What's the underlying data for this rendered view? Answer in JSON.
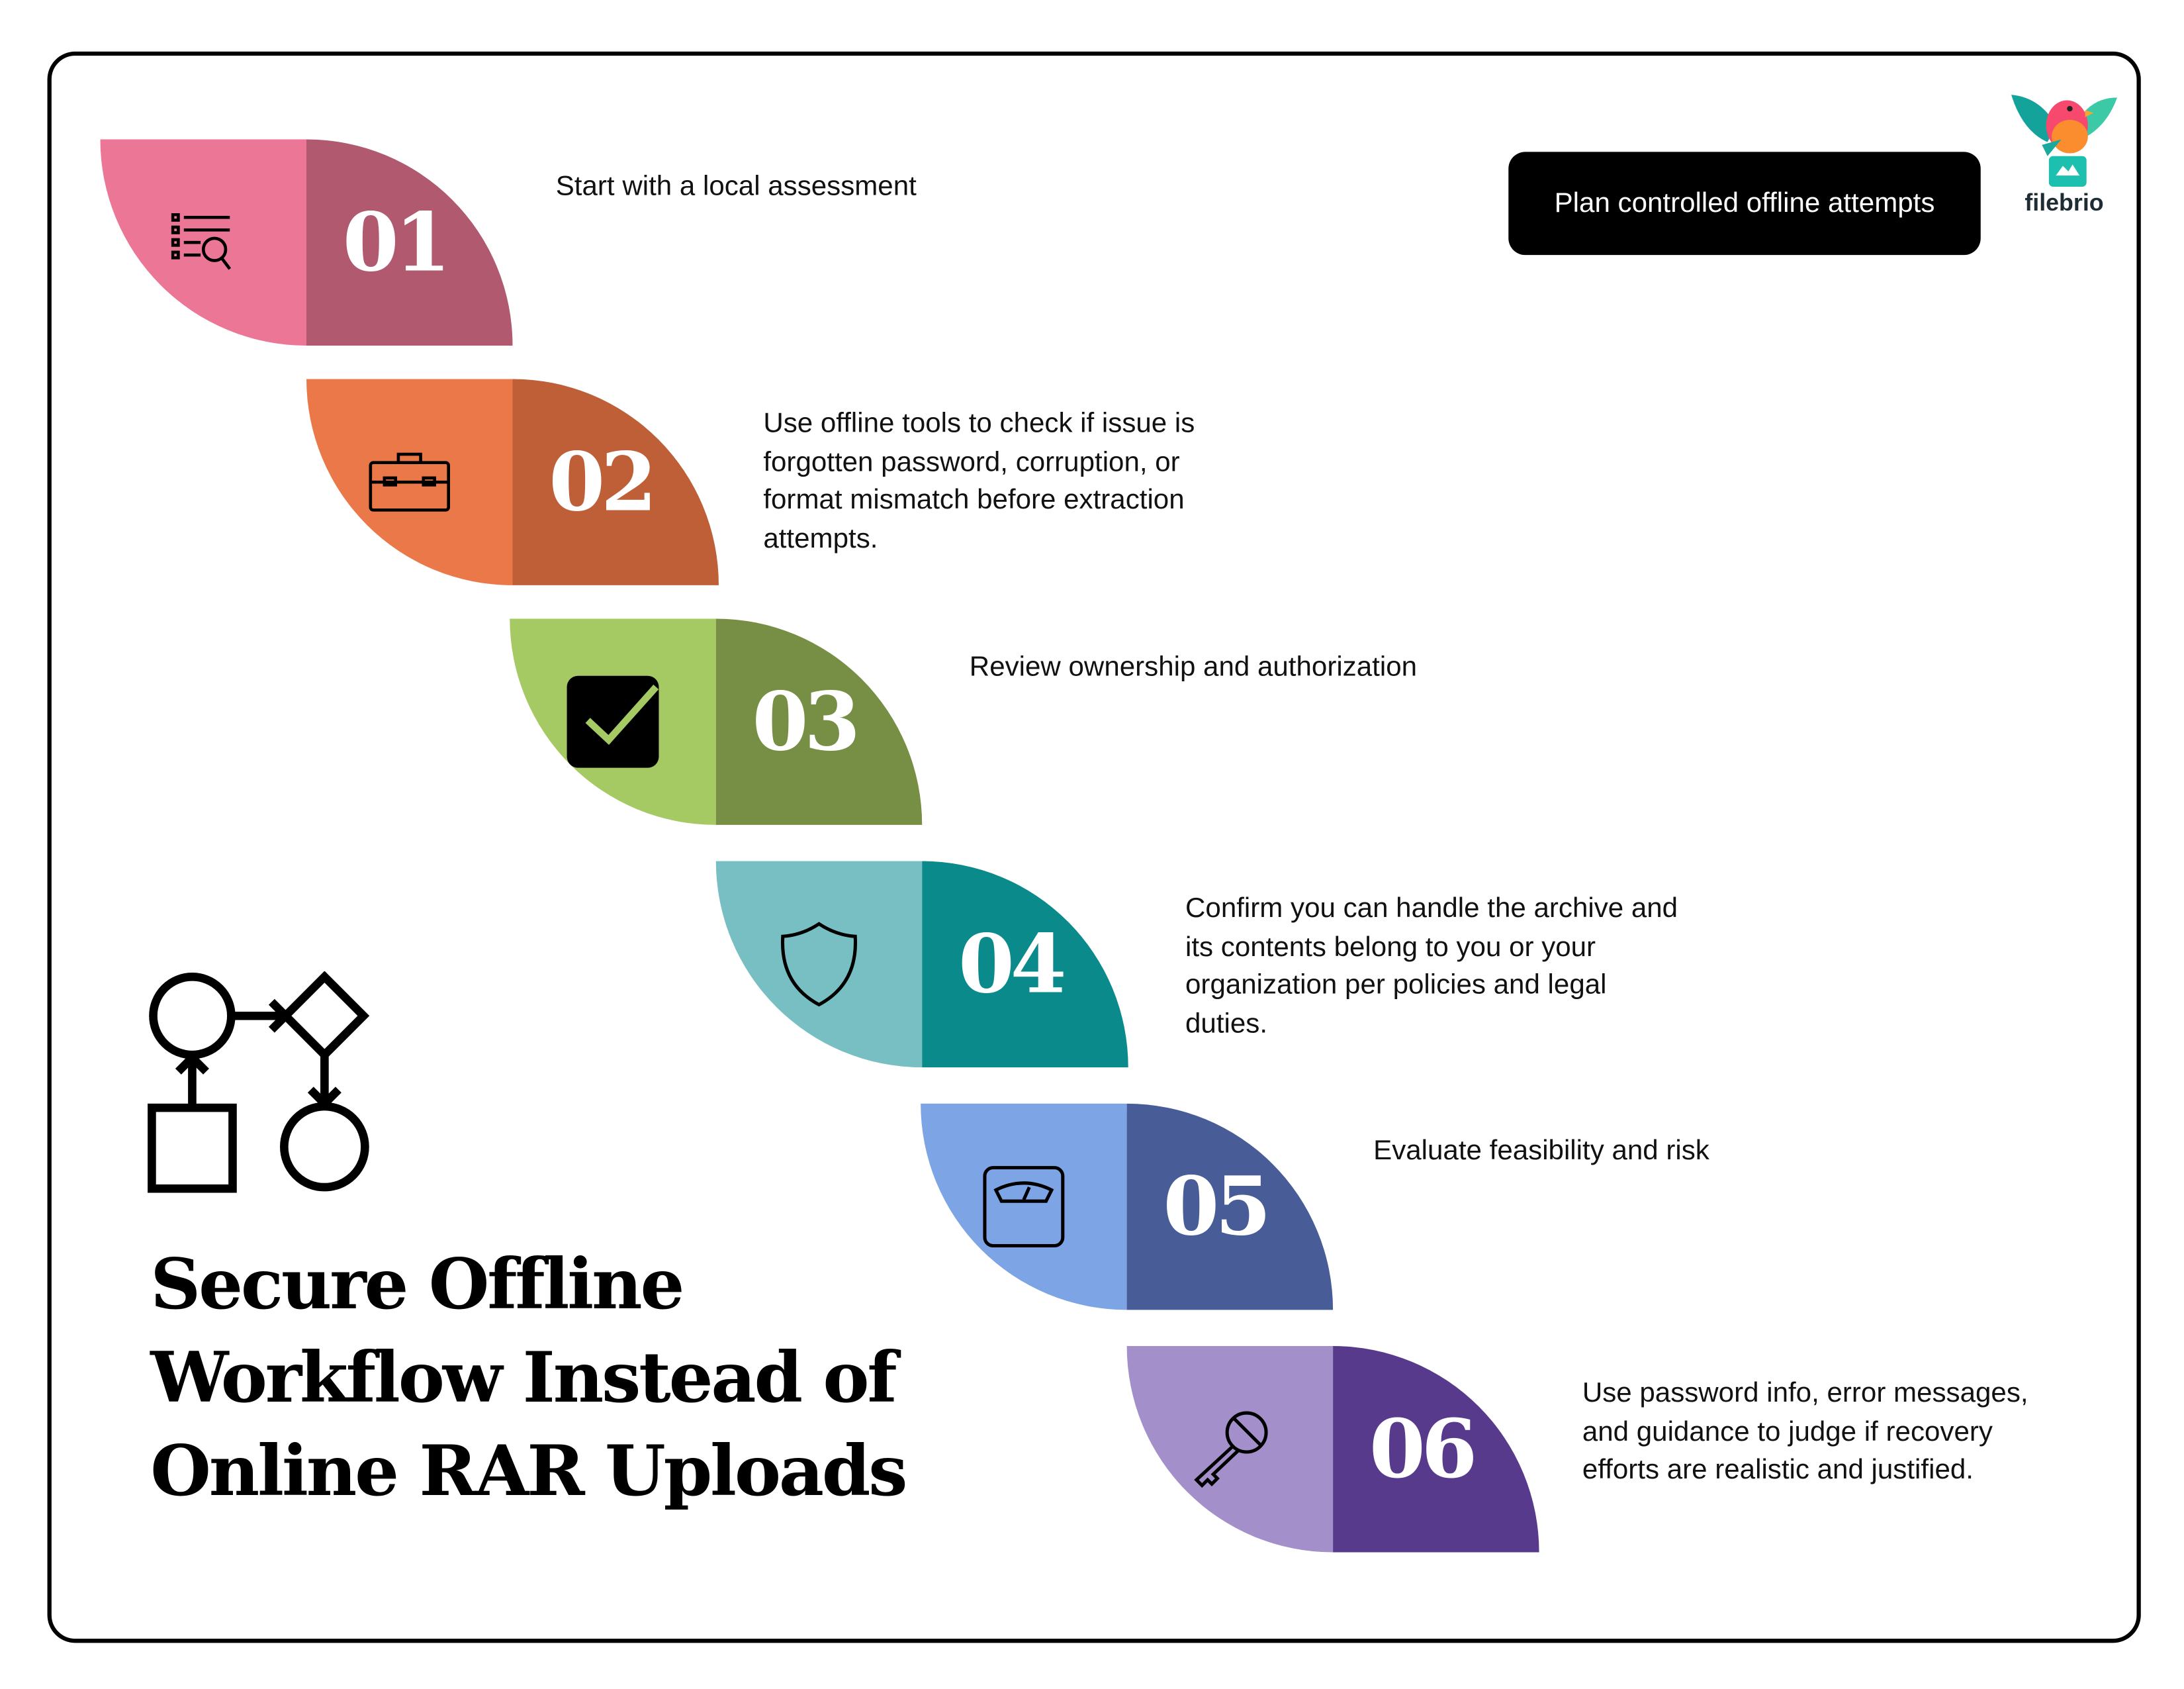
{
  "brand": {
    "name": "filebrio"
  },
  "header": {
    "button_label": "Plan controlled offline attempts"
  },
  "title": {
    "line1": "Secure Offline",
    "line2": "Workflow Instead of",
    "line3": "Online RAR Uploads"
  },
  "steps": [
    {
      "number": "01",
      "icon": "list-search-icon",
      "text": "Start with a local assessment",
      "colors": [
        "#EB7695",
        "#B0596F"
      ]
    },
    {
      "number": "02",
      "icon": "briefcase-icon",
      "text": "Use offline tools to check if issue is forgotten password, corruption, or format mismatch before extraction attempts.",
      "colors": [
        "#EB7848",
        "#BE5F38"
      ]
    },
    {
      "number": "03",
      "icon": "checkbox-icon",
      "text": "Review ownership and authorization",
      "colors": [
        "#A5CA64",
        "#768F45"
      ]
    },
    {
      "number": "04",
      "icon": "shield-icon",
      "text": "Confirm you can handle the archive and its contents belong to you or your organization per policies and legal duties.",
      "colors": [
        "#77BFC2",
        "#0A8A8B"
      ]
    },
    {
      "number": "05",
      "icon": "scale-icon",
      "text": "Evaluate feasibility and risk",
      "colors": [
        "#7DA4E4",
        "#485C97"
      ]
    },
    {
      "number": "06",
      "icon": "key-icon",
      "text": "Use password info, error messages, and guidance to judge if recovery efforts are realistic and justified.",
      "colors": [
        "#A390CB",
        "#583A8D"
      ]
    }
  ]
}
